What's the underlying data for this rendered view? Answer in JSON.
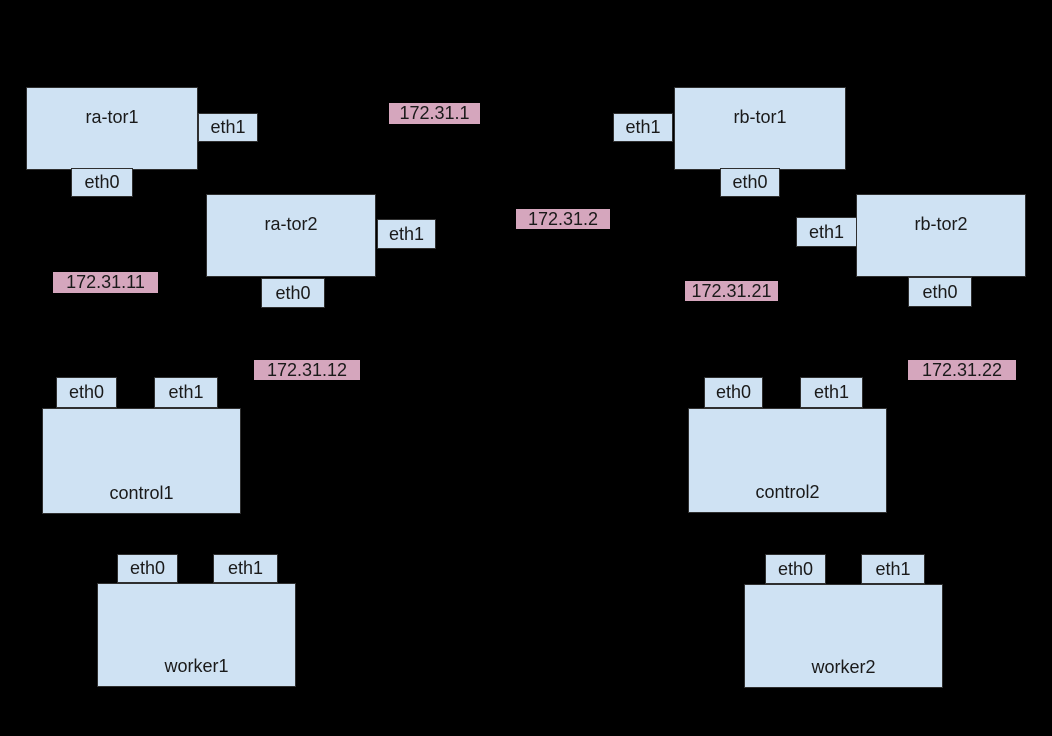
{
  "colors": {
    "background": "#000000",
    "node_fill": "#cfe2f3",
    "ip_label_fill": "#d5a6bd",
    "text": "#1a1a1a"
  },
  "nodes": {
    "ra_tor1": {
      "label": "ra-tor1",
      "eth0": "eth0",
      "eth1": "eth1"
    },
    "ra_tor2": {
      "label": "ra-tor2",
      "eth0": "eth0",
      "eth1": "eth1"
    },
    "rb_tor1": {
      "label": "rb-tor1",
      "eth0": "eth0",
      "eth1": "eth1"
    },
    "rb_tor2": {
      "label": "rb-tor2",
      "eth0": "eth0",
      "eth1": "eth1"
    },
    "control1": {
      "label": "control1",
      "eth0": "eth0",
      "eth1": "eth1"
    },
    "control2": {
      "label": "control2",
      "eth0": "eth0",
      "eth1": "eth1"
    },
    "worker1": {
      "label": "worker1",
      "eth0": "eth0",
      "eth1": "eth1"
    },
    "worker2": {
      "label": "worker2",
      "eth0": "eth0",
      "eth1": "eth1"
    }
  },
  "networks": {
    "ip1": "172.31.1",
    "ip2": "172.31.2",
    "ip11": "172.31.11",
    "ip12": "172.31.12",
    "ip21": "172.31.21",
    "ip22": "172.31.22"
  }
}
